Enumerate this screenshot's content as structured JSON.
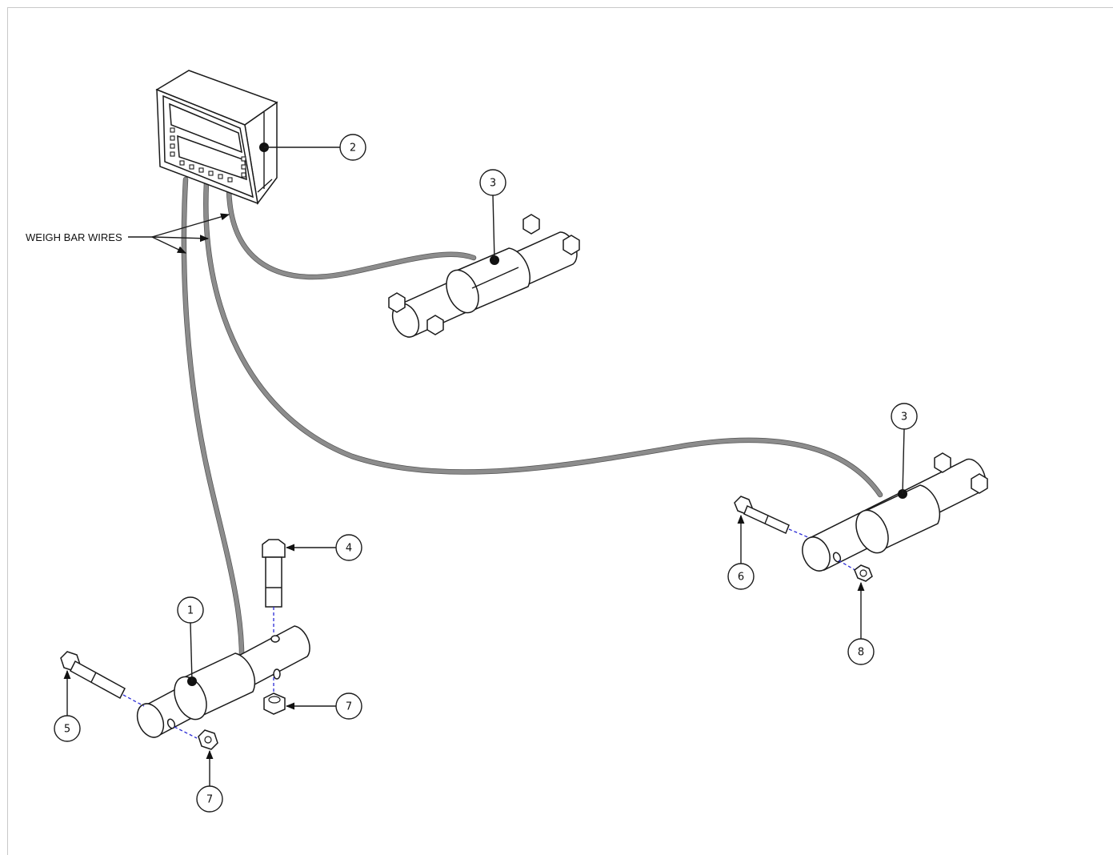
{
  "annotation": {
    "wires_label": "WEIGH BAR WIRES"
  },
  "callouts": [
    {
      "id": "c1",
      "number": "1"
    },
    {
      "id": "c2",
      "number": "2"
    },
    {
      "id": "c3a",
      "number": "3"
    },
    {
      "id": "c3b",
      "number": "3"
    },
    {
      "id": "c4",
      "number": "4"
    },
    {
      "id": "c5",
      "number": "5"
    },
    {
      "id": "c6",
      "number": "6"
    },
    {
      "id": "c7a",
      "number": "7"
    },
    {
      "id": "c7b",
      "number": "7"
    },
    {
      "id": "c8",
      "number": "8"
    }
  ],
  "colors": {
    "wire": "#8c8c8c",
    "axis": "#2b2bd6",
    "line": "#1a1a1a"
  }
}
